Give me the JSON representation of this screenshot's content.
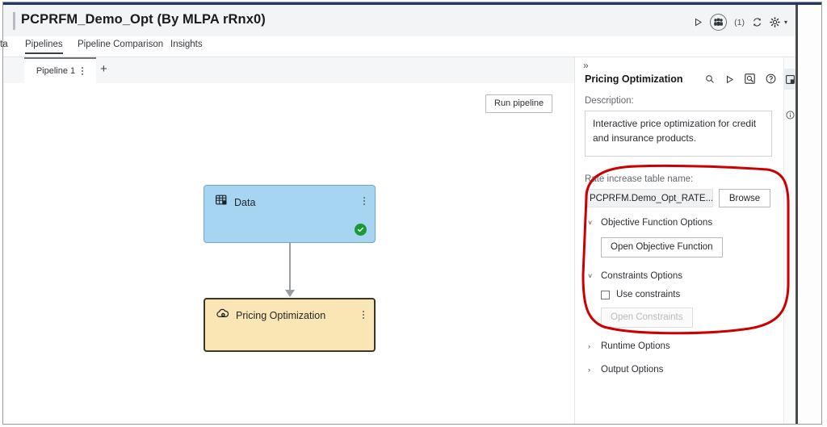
{
  "window": {
    "title": "PCPRFM_Demo_Opt (By MLPA rRnx0)",
    "actions": {
      "run_label": "run-icon",
      "collaborators_count": "(1)",
      "avatar_icon": "people-icon",
      "sync_icon": "sync-icon",
      "settings_icon": "gear-icon",
      "settings_caret": "▾"
    }
  },
  "nav": {
    "tabs": [
      {
        "label": "ta",
        "active": false,
        "clipped": true
      },
      {
        "label": "Pipelines",
        "active": true,
        "clipped": false
      },
      {
        "label": "Pipeline Comparison",
        "active": false,
        "clipped": false
      },
      {
        "label": "Insights",
        "active": false,
        "clipped": false
      }
    ]
  },
  "pipeline_tabs": {
    "tab_label": "Pipeline 1",
    "menu_icon": "kebab-menu-icon",
    "add_label": "+"
  },
  "canvas": {
    "run_button": "Run pipeline",
    "nodes": [
      {
        "id": "data",
        "label": "Data",
        "icon": "table-icon",
        "menu_icon": "kebab-menu-icon",
        "status": "complete",
        "status_glyph": "✓",
        "fill": "#a6d5f2",
        "border": "#6fa8cc"
      },
      {
        "id": "pricing-optimization",
        "label": "Pricing Optimization",
        "icon": "optimization-node-icon",
        "menu_icon": "kebab-menu-icon",
        "status": "none",
        "fill": "#fae6b4",
        "border": "#3c3626"
      }
    ]
  },
  "panel": {
    "collapse_glyph": "»",
    "title": "Pricing Optimization",
    "head_icons": [
      "search-icon",
      "run-icon",
      "reset-icon",
      "help-icon"
    ],
    "description_label": "Description:",
    "description_value": "Interactive price optimization for credit and insurance products.",
    "rate_table_label": "Rate increase table name:",
    "rate_table_value": "PCPRFM.Demo_Opt_RATE...",
    "browse_label": "Browse",
    "sections": [
      {
        "label": "Objective Function Options",
        "expanded": true,
        "caret": "˅",
        "button": "Open Objective Function"
      },
      {
        "label": "Constraints Options",
        "expanded": true,
        "caret": "˅",
        "checkbox_label": "Use constraints",
        "checkbox_checked": false,
        "button": "Open Constraints",
        "button_disabled": true
      },
      {
        "label": "Runtime Options",
        "expanded": false,
        "caret": "›"
      },
      {
        "label": "Output Options",
        "expanded": false,
        "caret": "›"
      }
    ]
  },
  "rail": {
    "items": [
      {
        "icon": "properties-panel-icon",
        "selected": true
      },
      {
        "icon": "info-icon",
        "selected": false
      }
    ]
  },
  "annotation": {
    "shape": "rounded-ellipse",
    "color": "#cc0000"
  }
}
